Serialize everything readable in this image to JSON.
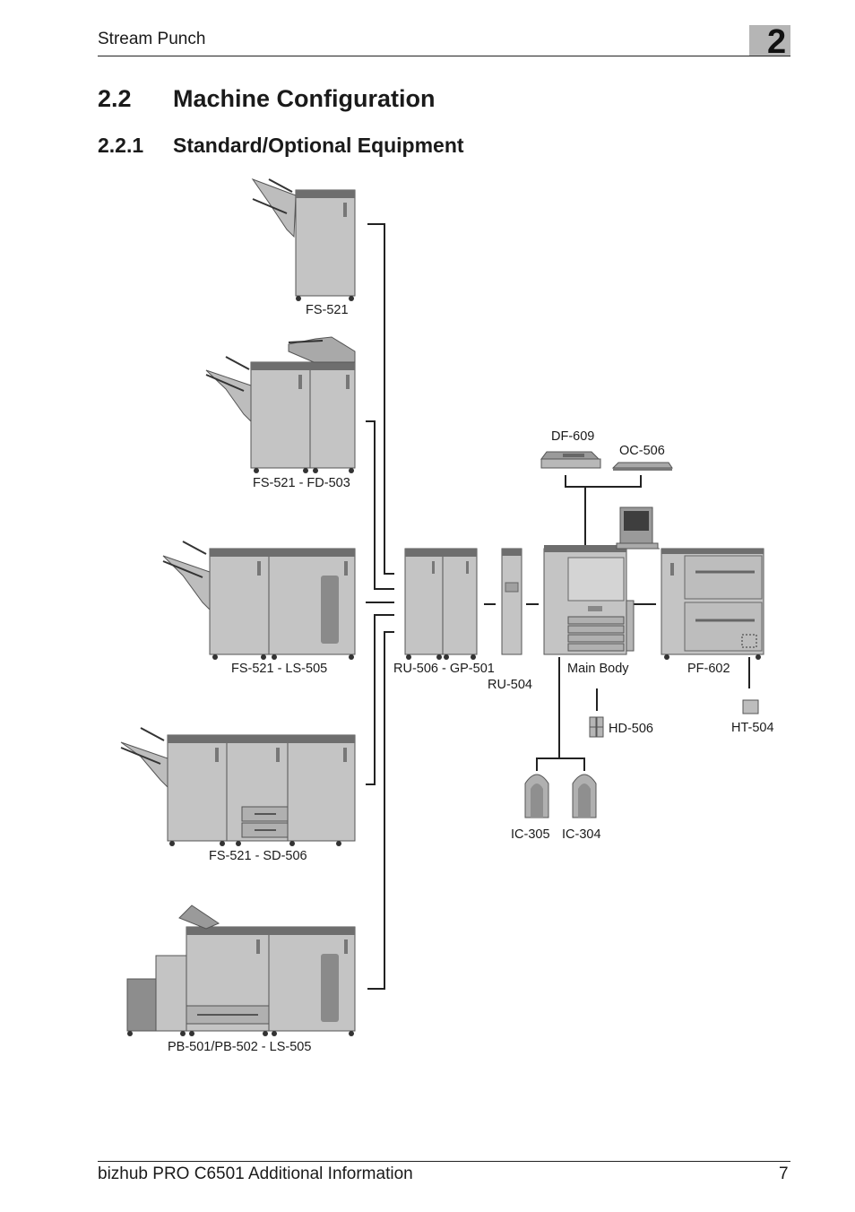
{
  "header": {
    "section": "Stream Punch",
    "chapter": "2"
  },
  "headings": {
    "h2": {
      "number": "2.2",
      "title": "Machine Configuration"
    },
    "h3": {
      "number": "2.2.1",
      "title": "Standard/Optional Equipment"
    }
  },
  "diagram": {
    "labels": {
      "fs521": "FS-521",
      "fs521_fd503": "FS-521 - FD-503",
      "fs521_ls505": "FS-521 - LS-505",
      "fs521_sd506": "FS-521 - SD-506",
      "pb_ls505": "PB-501/PB-502 - LS-505",
      "ru506_gp501": "RU-506 - GP-501",
      "ru504": "RU-504",
      "main_body": "Main Body",
      "pf602": "PF-602",
      "df609": "DF-609",
      "oc506": "OC-506",
      "hd506": "HD-506",
      "ht504": "HT-504",
      "ic305": "IC-305",
      "ic304": "IC-304"
    }
  },
  "footer": {
    "title": "bizhub PRO C6501 Additional Information",
    "page": "7"
  }
}
